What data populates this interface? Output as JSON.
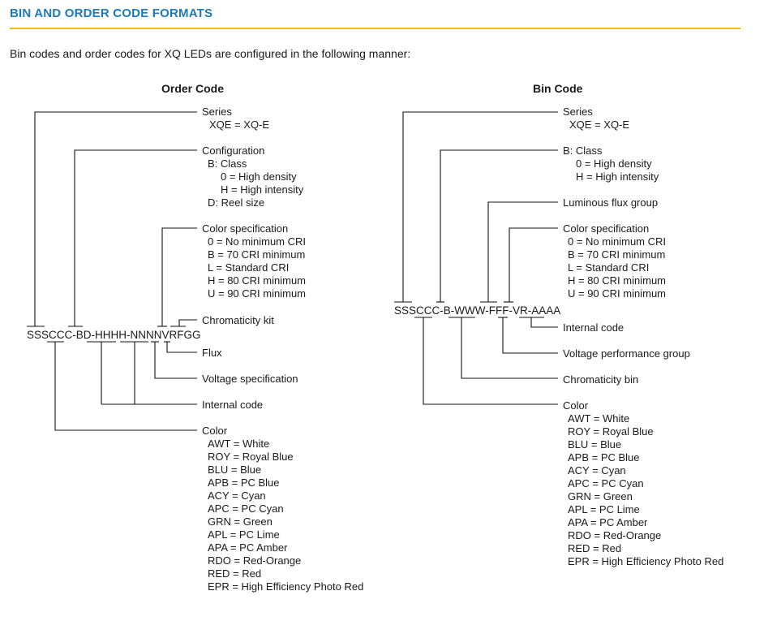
{
  "section_title": "BIN AND ORDER CODE FORMATS",
  "intro": "Bin codes and order codes for XQ LEDs are configured in the following manner:",
  "order_code": {
    "heading": "Order Code",
    "code": "SSSCCC-BD-HHHH-NNNNVRFGG",
    "series": {
      "label": "Series",
      "options": [
        "XQE = XQ-E"
      ]
    },
    "configuration": {
      "label": "Configuration",
      "options": [
        "B: Class",
        "0 = High density",
        "H = High intensity",
        "D: Reel size"
      ]
    },
    "color_spec": {
      "label": "Color specification",
      "options": [
        "0 = No minimum CRI",
        "B = 70 CRI minimum",
        "L = Standard CRI",
        "H = 80 CRI minimum",
        "U = 90 CRI minimum"
      ]
    },
    "chromaticity_kit": "Chromaticity kit",
    "flux": "Flux",
    "voltage_spec": "Voltage specification",
    "internal_code": "Internal code",
    "color": {
      "label": "Color",
      "options": [
        "AWT = White",
        "ROY = Royal Blue",
        "BLU = Blue",
        "APB = PC Blue",
        "ACY = Cyan",
        "APC = PC Cyan",
        "GRN = Green",
        "APL = PC Lime",
        "APA = PC Amber",
        "RDO = Red-Orange",
        "RED = Red",
        "EPR = High Efficiency Photo Red"
      ]
    }
  },
  "bin_code": {
    "heading": "Bin Code",
    "code": "SSSCCC-B-WWW-FFF-VR-AAAA",
    "series": {
      "label": "Series",
      "options": [
        "XQE = XQ-E"
      ]
    },
    "class": {
      "label": "B: Class",
      "options": [
        "0 = High density",
        "H = High intensity"
      ]
    },
    "luminous_flux": "Luminous flux group",
    "color_spec": {
      "label": "Color specification",
      "options": [
        "0 = No minimum CRI",
        "B = 70 CRI minimum",
        "L = Standard CRI",
        "H = 80 CRI minimum",
        "U = 90 CRI minimum"
      ]
    },
    "internal_code": "Internal code",
    "voltage_group": "Voltage performance group",
    "chromaticity_bin": "Chromaticity bin",
    "color": {
      "label": "Color",
      "options": [
        "AWT = White",
        "ROY = Royal Blue",
        "BLU = Blue",
        "APB = PC Blue",
        "ACY = Cyan",
        "APC = PC Cyan",
        "GRN = Green",
        "APL = PC Lime",
        "APA = PC Amber",
        "RDO = Red-Orange",
        "RED = Red",
        "EPR = High Efficiency Photo Red"
      ]
    }
  },
  "colors": {
    "title": "#1d7ab8",
    "rule": "#f5b819",
    "text": "#1a1a1a"
  }
}
